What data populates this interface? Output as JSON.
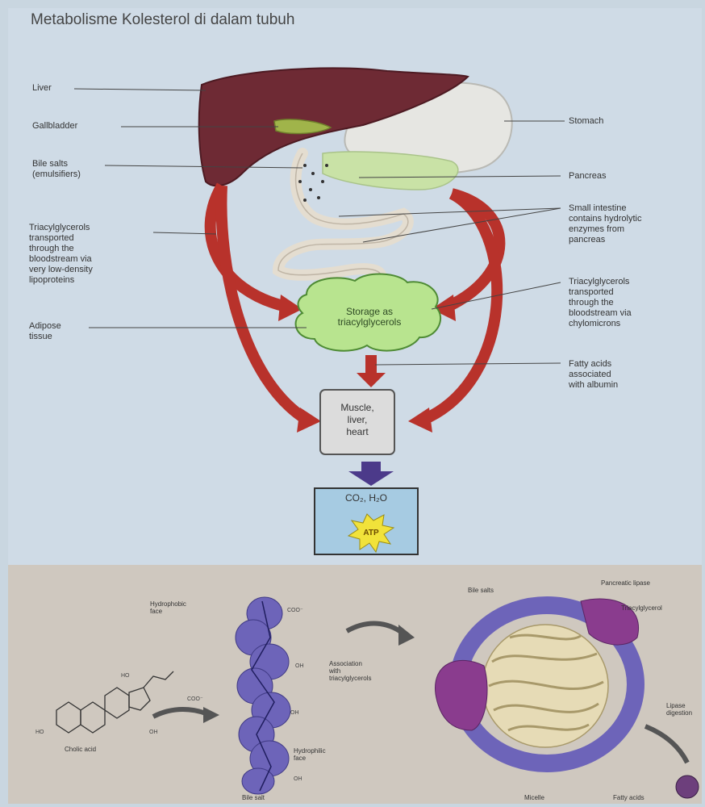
{
  "title": "Metabolisme Kolesterol di dalam tubuh",
  "labels": {
    "liver": "Liver",
    "gallbladder": "Gallbladder",
    "bile_salts": "Bile salts\n(emulsifiers)",
    "stomach": "Stomach",
    "pancreas": "Pancreas",
    "small_intestine": "Small intestine\ncontains hydrolytic\nenzymes from\npancreas",
    "tag_vldl": "Triacylglycerols\ntransported\nthrough the\nbloodstream via\nvery low-density\nlipoproteins",
    "tag_chylo": "Triacylglycerols\ntransported\nthrough the\nbloodstream via\nchylomicrons",
    "adipose": "Adipose\ntissue",
    "fatty_albumin": "Fatty acids\nassociated\nwith albumin",
    "storage": "Storage as\ntriacylglycerols",
    "muscle": "Muscle,\nliver,\nheart",
    "co2": "CO₂, H₂O",
    "atp": "ATP"
  },
  "bottom": {
    "cholic_acid": "Cholic acid",
    "hydrophobic_face": "Hydrophobic\nface",
    "hydrophilic_face": "Hydrophilic\nface",
    "bile_salt": "Bile salt",
    "association": "Association\nwith\ntriacylglycerols",
    "bile_salts": "Bile salts",
    "pancreatic_lipase": "Pancreatic lipase",
    "triacylglycerol": "Triacylglycerol",
    "micelle": "Micelle",
    "fatty_acids": "Fatty acids",
    "lipase_digestion": "Lipase\ndigestion",
    "coo": "COO⁻",
    "oh": "OH",
    "ho": "HO"
  }
}
